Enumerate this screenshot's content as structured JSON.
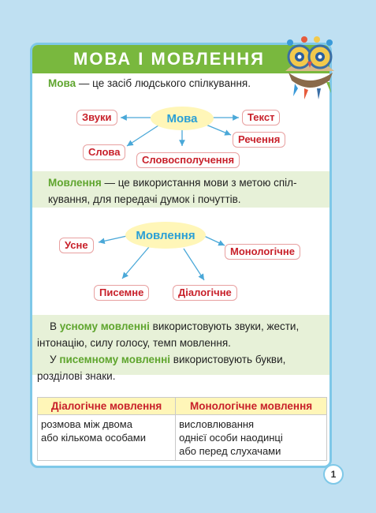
{
  "title": "МОВА І МОВЛЕННЯ",
  "def1": {
    "term": "Мова",
    "rest": " — це засіб людського спілкування."
  },
  "diagram1": {
    "center": "Мова",
    "items": [
      "Звуки",
      "Текст",
      "Речення",
      "Словосполучення",
      "Слова"
    ]
  },
  "def2": {
    "term": "Мовлення",
    "line1": " — це використання мови з метою спіл-",
    "line2": "кування, для передачі думок і почуттів."
  },
  "diagram2": {
    "center": "Мовлення",
    "items": [
      "Усне",
      "Монологічне",
      "Писемне",
      "Діалогічне"
    ]
  },
  "para3": {
    "pre1": "В ",
    "term1": "усному мовленні",
    "post1": " використовують звуки, жести,",
    "line2": "інтонацію, силу голосу, темп мовлення.",
    "pre3": "У ",
    "term2": "писемному мовленні",
    "post3": " використовують букви,",
    "line4": "розділові знаки."
  },
  "table": {
    "headers": [
      "Діалогічне мовлення",
      "Монологічне мовлення"
    ],
    "col1": [
      "розмова між двома",
      "або кількома особами"
    ],
    "col2": [
      "висловлювання",
      "однієї особи наодинці",
      "або перед слухачами"
    ]
  },
  "page_number": "1",
  "colors": {
    "green": "#79b83e",
    "red": "#c8202a",
    "blue": "#2a9fd6",
    "yellow": "#fff6b8",
    "frame": "#7ec8e8"
  }
}
